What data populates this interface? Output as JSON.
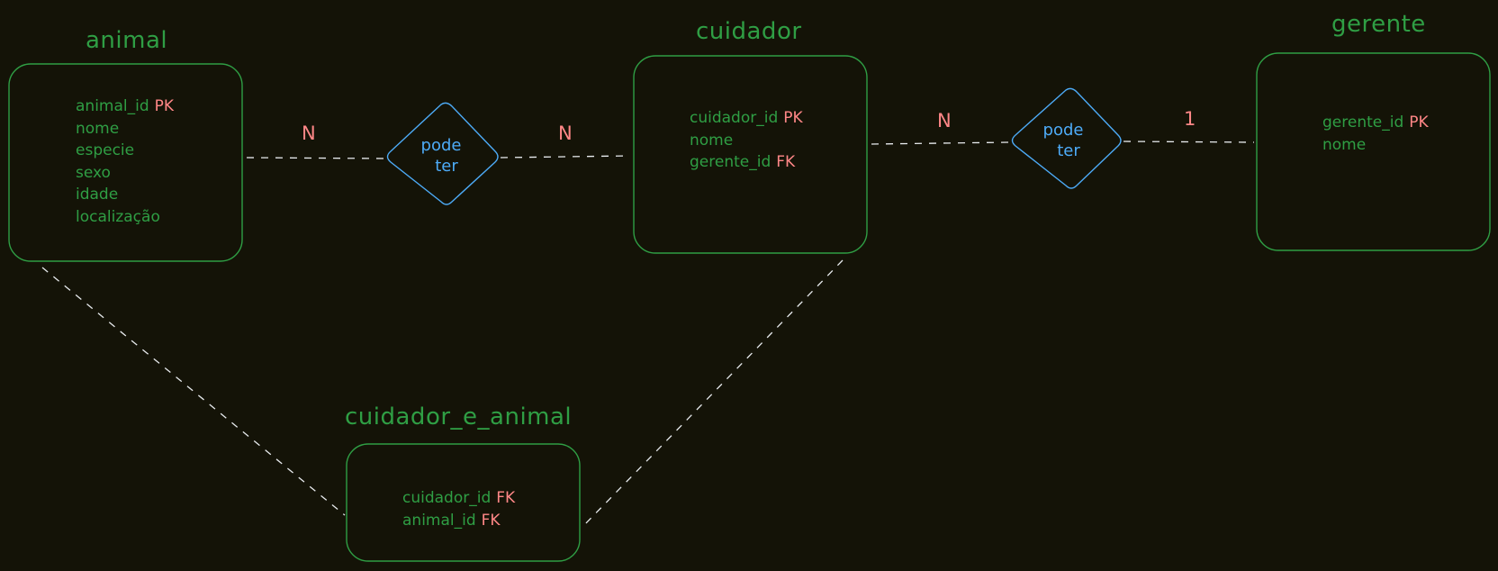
{
  "colors": {
    "background": "#141307",
    "entity": "#2f9e44",
    "key": "#ff8787",
    "relationship": "#4dabf7",
    "line": "#e9ecef"
  },
  "entities": {
    "animal": {
      "title": "animal",
      "attributes": [
        {
          "name": "animal_id",
          "key": "PK"
        },
        {
          "name": "nome",
          "key": ""
        },
        {
          "name": "especie",
          "key": ""
        },
        {
          "name": "sexo",
          "key": ""
        },
        {
          "name": "idade",
          "key": ""
        },
        {
          "name": "localização",
          "key": ""
        }
      ]
    },
    "cuidador": {
      "title": "cuidador",
      "attributes": [
        {
          "name": "cuidador_id",
          "key": "PK"
        },
        {
          "name": "nome",
          "key": ""
        },
        {
          "name": "gerente_id",
          "key": "FK"
        }
      ]
    },
    "gerente": {
      "title": "gerente",
      "attributes": [
        {
          "name": "gerente_id",
          "key": "PK"
        },
        {
          "name": "nome",
          "key": ""
        }
      ]
    },
    "cuidador_e_animal": {
      "title": "cuidador_e_animal",
      "attributes": [
        {
          "name": "cuidador_id",
          "key": "FK"
        },
        {
          "name": "animal_id",
          "key": "FK"
        }
      ]
    }
  },
  "relationships": {
    "animal_cuidador": {
      "line1": "pode",
      "line2": "ter",
      "card_left": "N",
      "card_right": "N"
    },
    "cuidador_gerente": {
      "line1": "pode",
      "line2": "ter",
      "card_left": "N",
      "card_right": "1"
    }
  }
}
